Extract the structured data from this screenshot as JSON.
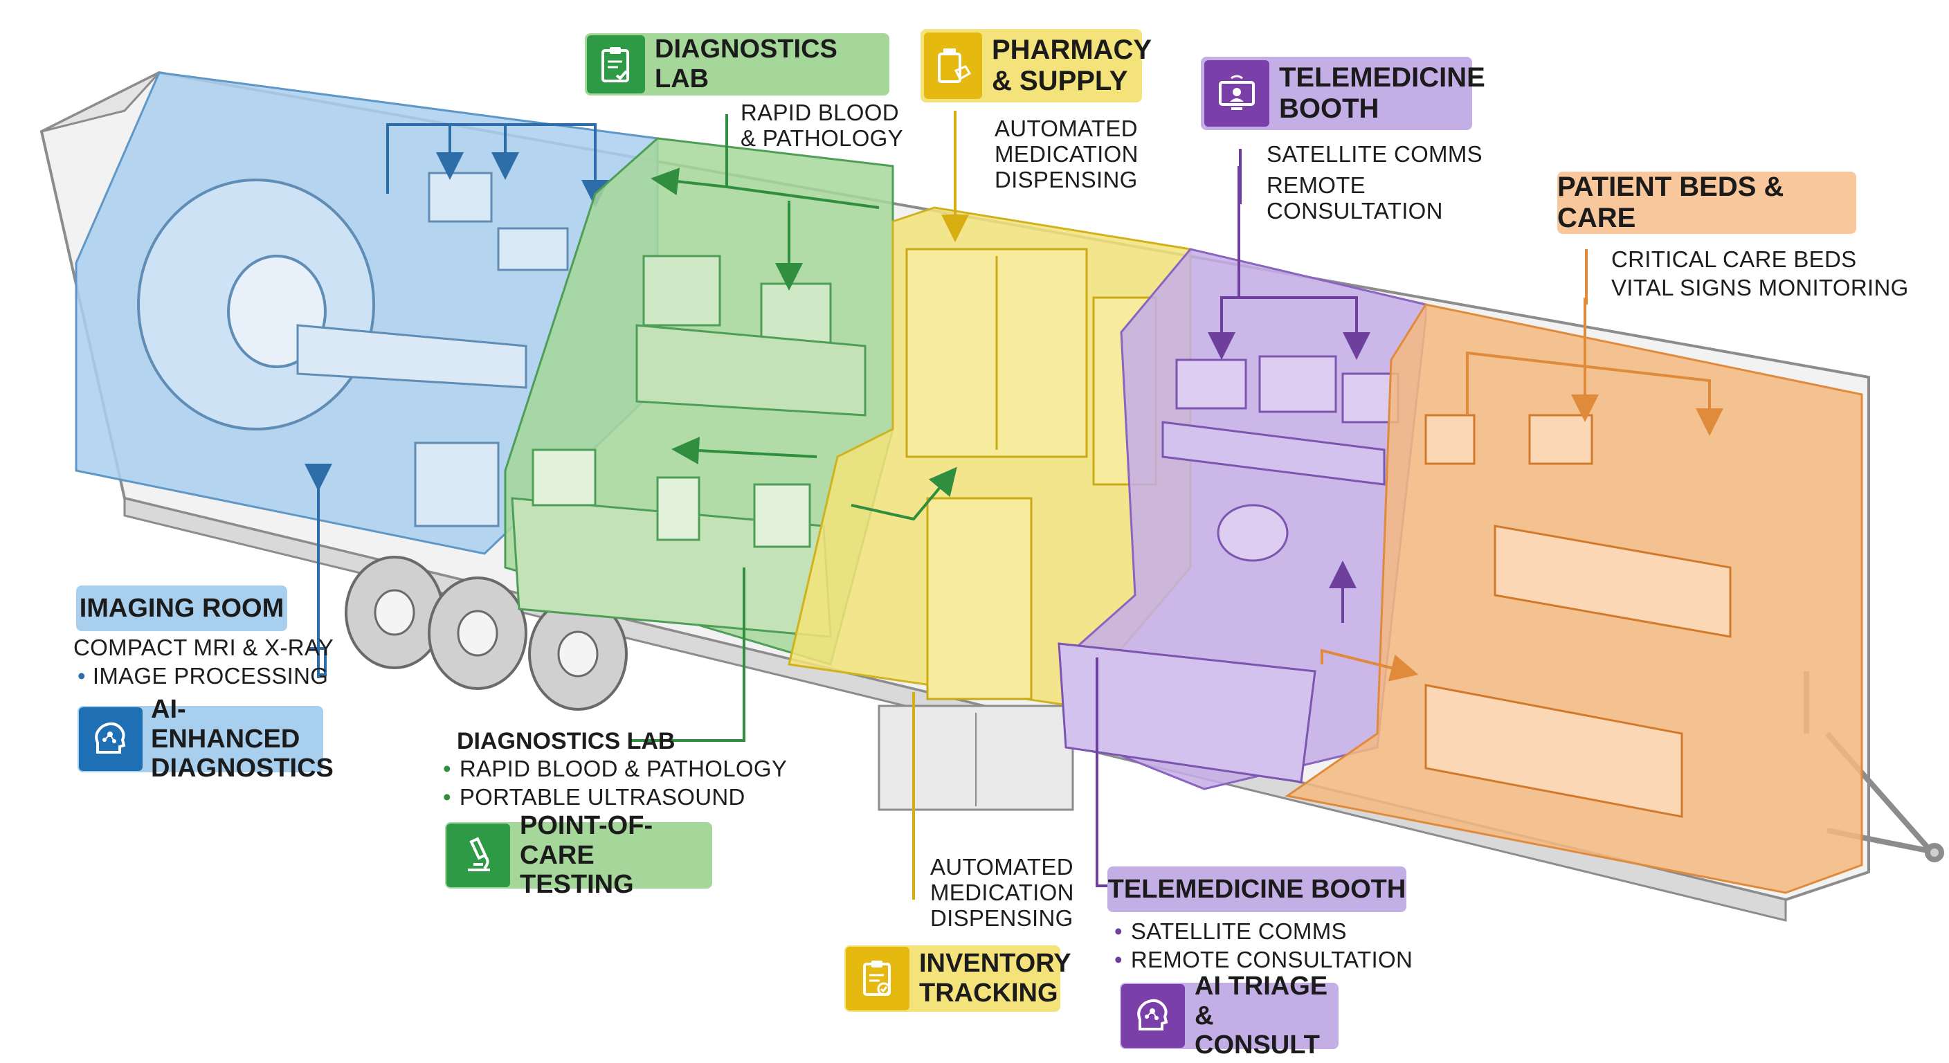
{
  "colors": {
    "imaging": "#a9cfee",
    "lab": "#a6d79a",
    "pharmacy": "#f3e37a",
    "telemed": "#c4aee6",
    "beds": "#f5b980",
    "imaging_chip_icon": "#1f6fb5",
    "lab_chip_icon": "#2f9a45",
    "pharmacy_chip_icon": "#e5b90f",
    "telemed_chip_icon": "#7a3fa8",
    "beds_chip": "#f8c89c"
  },
  "zones": {
    "imaging": {
      "title": "IMAGING ROOM",
      "line1": "COMPACT MRI & X-RAY",
      "line2": "IMAGE PROCESSING",
      "badge": {
        "line1": "AI-ENHANCED",
        "line2": "DIAGNOSTICS",
        "icon": "ai-brain-icon"
      }
    },
    "lab_top": {
      "title": "DIAGNOSTICS LAB",
      "line1": "RAPID BLOOD",
      "line2": "& PATHOLOGY",
      "icon": "clipboard-check-icon"
    },
    "lab_bottom": {
      "title": "DIAGNOSTICS LAB",
      "item1": "RAPID BLOOD & PATHOLOGY",
      "item2": "PORTABLE ULTRASOUND",
      "badge": {
        "line1": "POINT-OF-CARE",
        "line2": "TESTING",
        "icon": "microscope-icon"
      }
    },
    "pharmacy_top": {
      "title1": "PHARMACY",
      "title2": "& SUPPLY",
      "line1": "AUTOMATED",
      "line2": "MEDICATION",
      "line3": "DISPENSING",
      "icon": "medicine-box-icon"
    },
    "pharmacy_bottom": {
      "line1": "AUTOMATED",
      "line2": "MEDICATION",
      "line3": "DISPENSING",
      "badge": {
        "line1": "INVENTORY",
        "line2": "TRACKING",
        "icon": "clipboard-check-icon"
      }
    },
    "telemed_top": {
      "title1": "TELEMEDICINE",
      "title2": "BOOTH",
      "line1": "SATELLITE COMMS",
      "line2": "REMOTE",
      "line3": "CONSULTATION",
      "icon": "telemedicine-monitor-icon"
    },
    "telemed_bottom": {
      "title": "TELEMEDICINE BOOTH",
      "item1": "SATELLITE COMMS",
      "item2": "REMOTE CONSULTATION",
      "badge": {
        "line1": "AI TRIAGE",
        "line2": "& CONSULT",
        "icon": "ai-brain-icon"
      }
    },
    "beds": {
      "title": "PATIENT BEDS & CARE",
      "line1": "CRITICAL CARE BEDS",
      "line2": "VITAL SIGNS MONITORING"
    }
  }
}
